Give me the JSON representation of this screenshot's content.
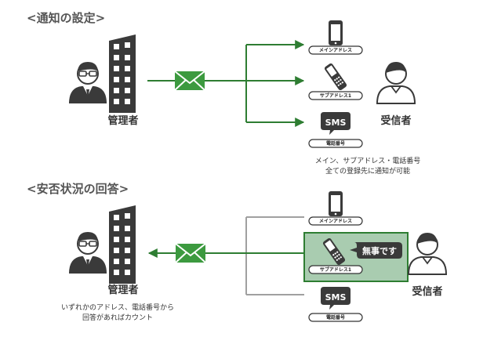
{
  "section1": {
    "heading": "<通知の設定>",
    "sender_label": "管理者",
    "receiver_label": "受信者",
    "devices": [
      {
        "label": "メインアドレス",
        "icon": "smartphone-icon"
      },
      {
        "label": "サブアドレス1",
        "icon": "flip-phone-icon"
      },
      {
        "label": "電話番号",
        "icon": "sms-bubble-icon",
        "bubble_text": "SMS"
      }
    ],
    "note_lines": [
      "メイン、サブアドレス・電話番号",
      "全ての登録先に通知が可能"
    ]
  },
  "section2": {
    "heading": "<安否状況の回答>",
    "sender_label": "管理者",
    "receiver_label": "受信者",
    "devices": [
      {
        "label": "メインアドレス",
        "icon": "smartphone-icon"
      },
      {
        "label": "サブアドレス1",
        "icon": "flip-phone-icon"
      },
      {
        "label": "電話番号",
        "icon": "sms-bubble-icon",
        "bubble_text": "SMS"
      }
    ],
    "reply_bubble": "無事です",
    "note_lines": [
      "いずれかのアドレス、電話番号から",
      "回答があればカウント"
    ]
  },
  "colors": {
    "accent_green": "#2e7d32",
    "envelope_green": "#3c9a3f",
    "highlight_fill": "#a9ccb0",
    "dark_icon": "#3a3a3a",
    "inactive_line": "#a0a0a0"
  }
}
